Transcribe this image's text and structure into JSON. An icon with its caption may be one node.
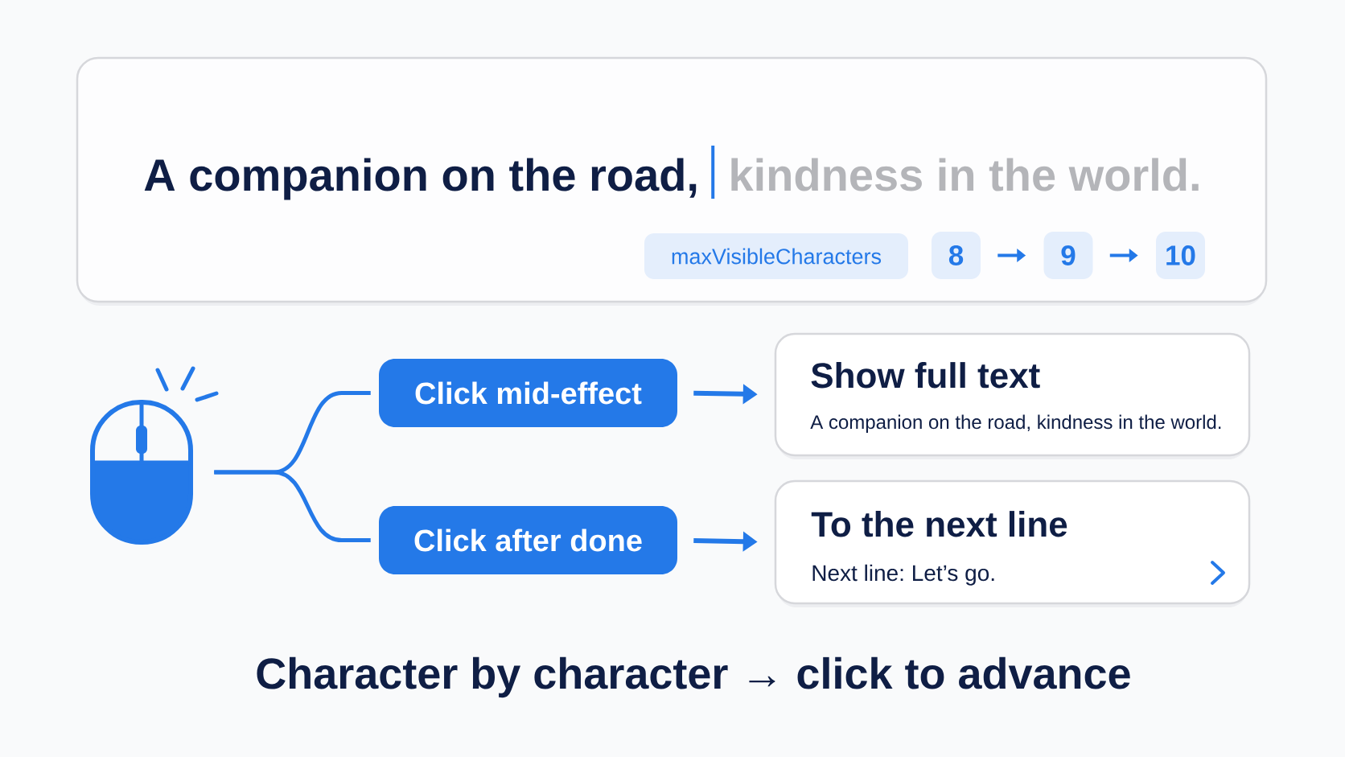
{
  "diagram": {
    "caption": "Character by character → click to advance",
    "nodes": [
      {
        "text": [
          "A companion on the road,",
          "kindness in the world."
        ]
      },
      {
        "text": [
          "maxVisibleCharacters"
        ],
        "in": 0
      },
      {
        "text": [
          "8"
        ],
        "in": 0
      },
      {
        "text": [
          "9"
        ],
        "in": 0
      },
      {
        "text": [
          "10"
        ],
        "in": 0
      },
      {
        "text": [],
        "shape": "picture"
      },
      {
        "text": [
          "Click mid-effect"
        ]
      },
      {
        "text": [
          "Click after done"
        ]
      },
      {
        "text": [
          "Show full text",
          "A companion on the road, kindness in the world."
        ]
      },
      {
        "text": [
          "To the next line",
          "Next line: Let’s go."
        ]
      }
    ],
    "edges": [
      {
        "from": 2,
        "to": 3,
        "arrow": "to"
      },
      {
        "from": 3,
        "to": 4,
        "arrow": "to"
      },
      {
        "from": 5,
        "to": 6,
        "arrow": "none"
      },
      {
        "from": 5,
        "to": 7,
        "arrow": "none"
      },
      {
        "from": 6,
        "to": 8,
        "arrow": "to"
      },
      {
        "from": 7,
        "to": 9,
        "arrow": "to"
      }
    ]
  }
}
